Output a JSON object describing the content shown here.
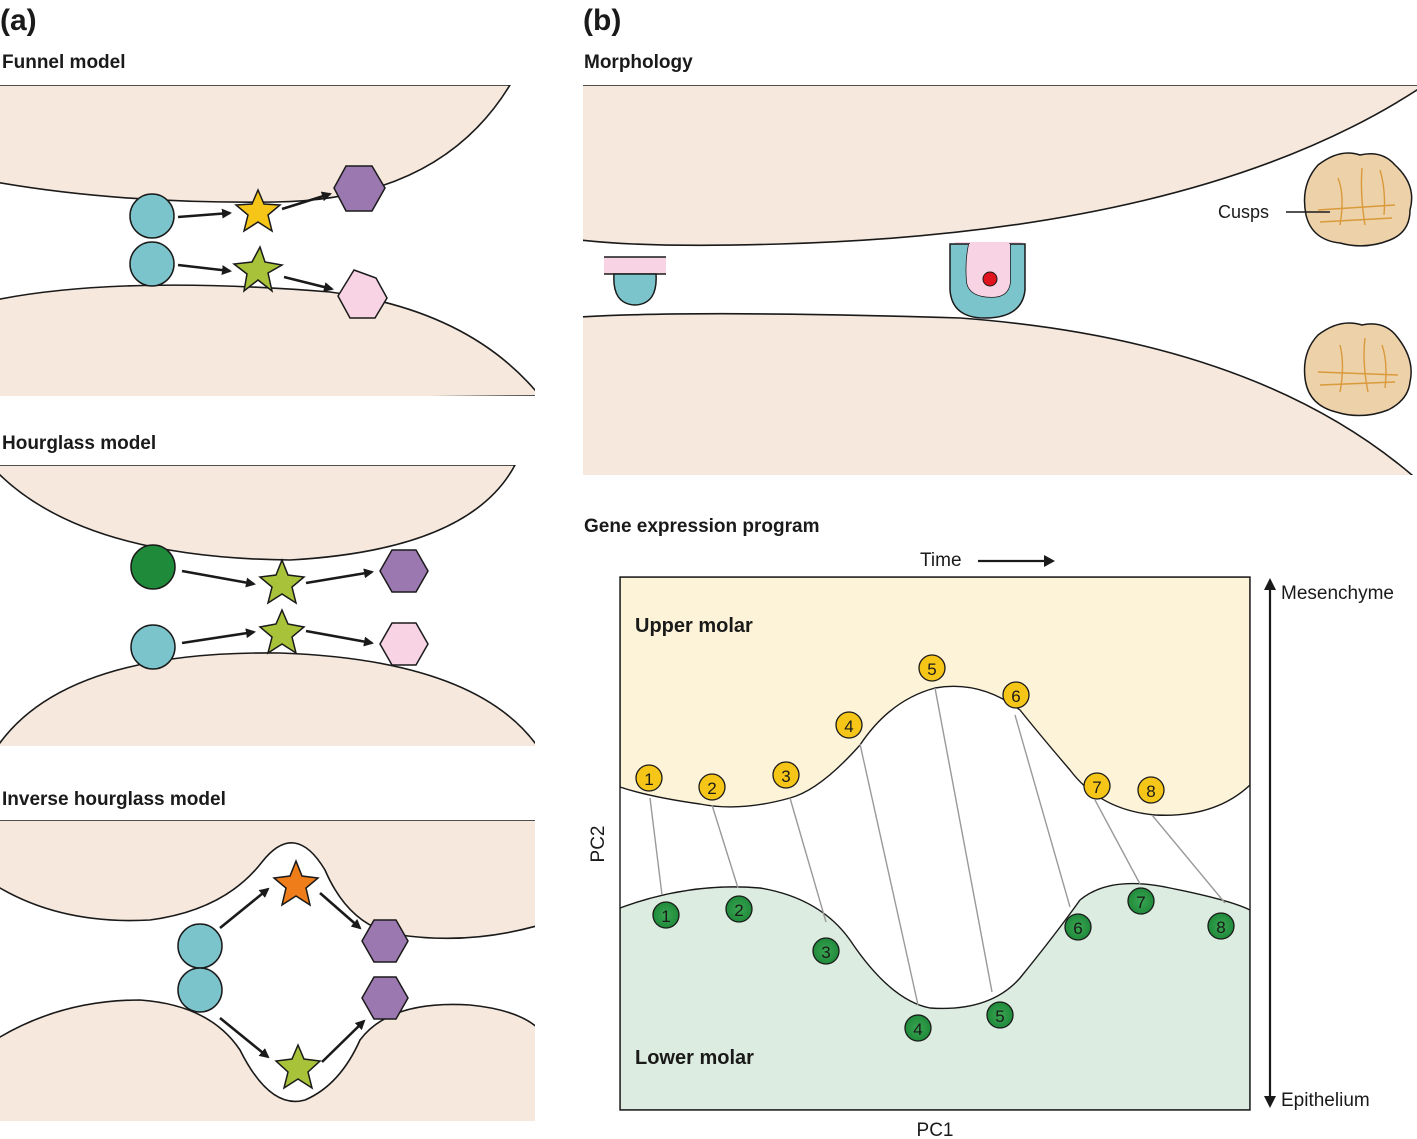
{
  "panel_a": {
    "letter": "(a)",
    "funnel": {
      "title": "Funnel model"
    },
    "hourglass": {
      "title": "Hourglass model"
    },
    "inverse": {
      "title": "Inverse hourglass model"
    }
  },
  "panel_b": {
    "letter": "(b)",
    "morphology": {
      "title": "Morphology",
      "cusps_label": "Cusps"
    },
    "gene": {
      "title": "Gene expression program",
      "time_label": "Time",
      "mesenchyme_label": "Mesenchyme",
      "epithelium_label": "Epithelium",
      "x_axis_label": "PC1",
      "y_axis_label": "PC2",
      "upper_label": "Upper molar",
      "lower_label": "Lower molar",
      "upper_points": [
        "1",
        "2",
        "3",
        "4",
        "5",
        "6",
        "7",
        "8"
      ],
      "lower_points": [
        "1",
        "2",
        "3",
        "4",
        "5",
        "6",
        "7",
        "8"
      ]
    }
  },
  "colors": {
    "tissue": "#f6e8dc",
    "blue_cell": "#7cc4cc",
    "yellow_star": "#f5c518",
    "lime_star": "#a8c23a",
    "orange_star": "#ee7d1a",
    "purple_hex": "#9b78b0",
    "pink_hex": "#f7d3e3",
    "upper_region": "#fcf3d8",
    "lower_region": "#dcece0",
    "yellow_point": "#f5c518",
    "green_point": "#2e9a44"
  }
}
